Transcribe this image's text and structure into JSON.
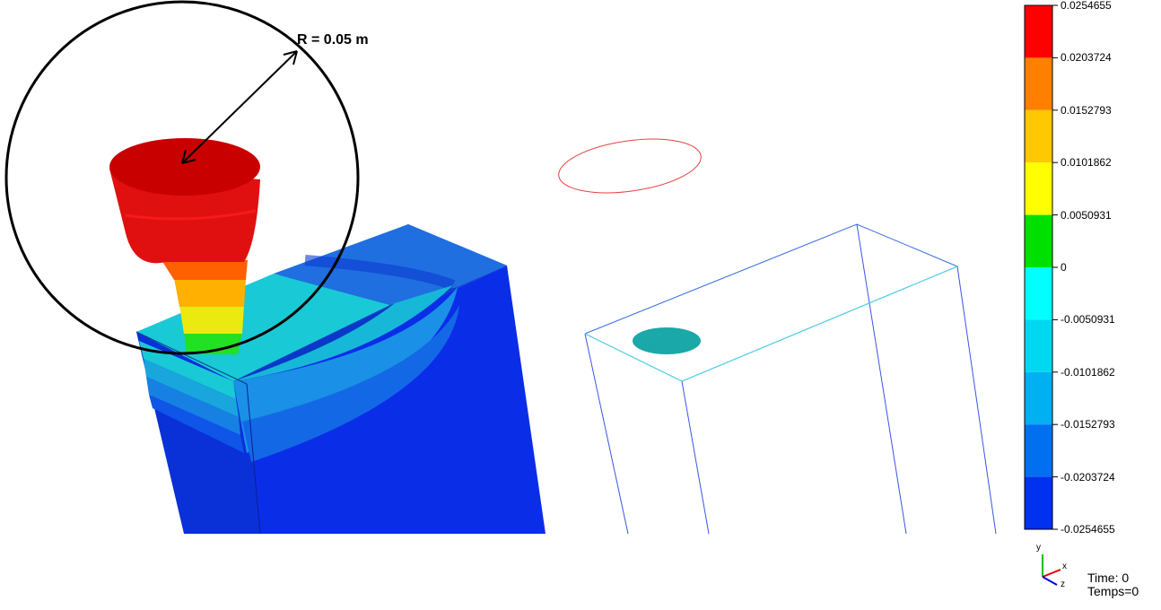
{
  "annotation": {
    "radius_label": "R = 0.05 m"
  },
  "colorbar": {
    "ticks": [
      "0.0254655",
      "0.0203724",
      "0.0152793",
      "0.0101862",
      "0.0050931",
      "0",
      "-0.0050931",
      "-0.0101862",
      "-0.0152793",
      "-0.0203724",
      "-0.0254655"
    ],
    "colors": [
      "#ff0000",
      "#ff8000",
      "#ffc800",
      "#ffff00",
      "#00e000",
      "#00ffff",
      "#00d8f0",
      "#00b0f0",
      "#0070f0",
      "#0030f0"
    ]
  },
  "status": {
    "time": "Time: 0",
    "temps": "Temps=0"
  },
  "axes_triad": {
    "labels": [
      "y",
      "x",
      "z"
    ]
  }
}
